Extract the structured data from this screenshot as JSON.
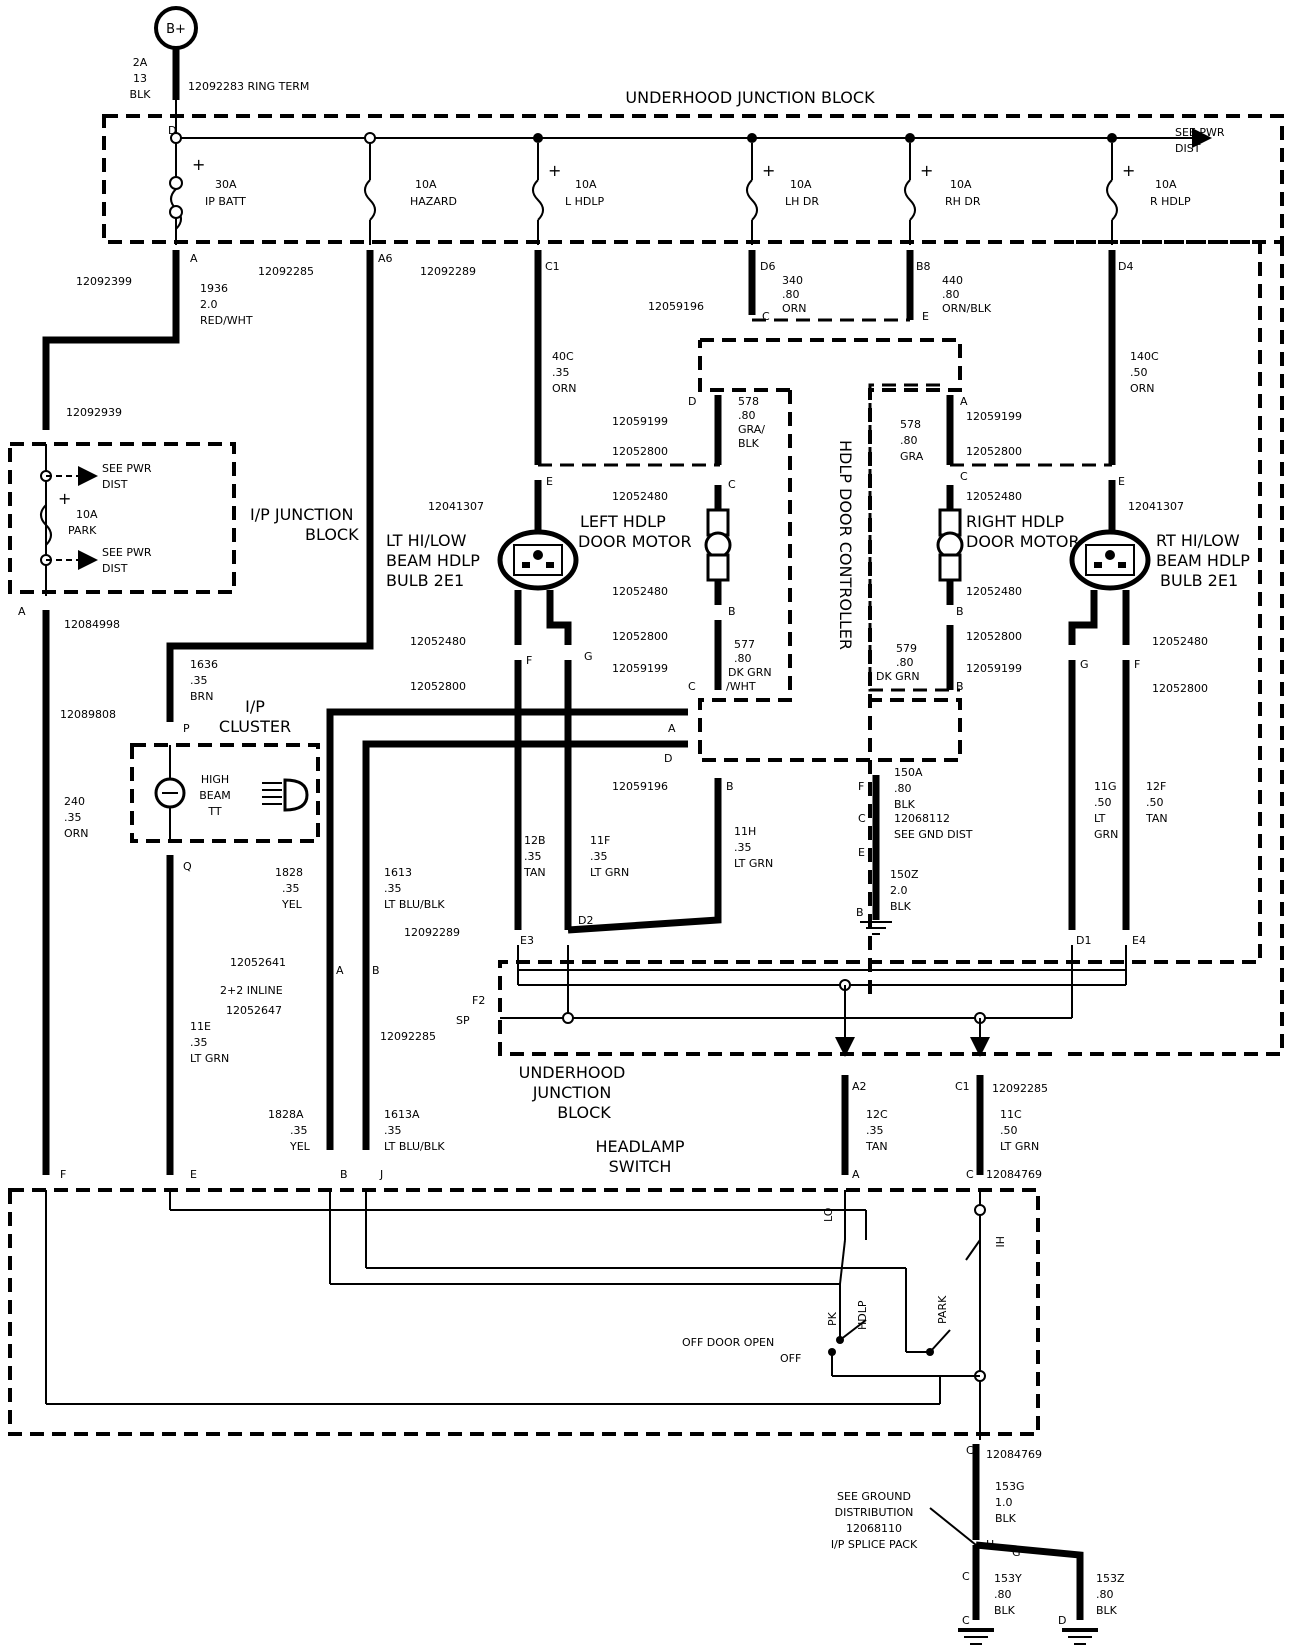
{
  "battery": {
    "label": "B+"
  },
  "top": {
    "wire": [
      "2A",
      "13",
      "BLK"
    ],
    "ring": "12092283  RING TERM"
  },
  "uhjb": {
    "title": "UNDERHOOD JUNCTION BLOCK",
    "see_pwr": [
      "SEE PWR",
      "DIST"
    ],
    "fuses": [
      {
        "amps": "30A",
        "name": "IP BATT"
      },
      {
        "amps": "10A",
        "name": "HAZARD"
      },
      {
        "amps": "10A",
        "name": "L HDLP"
      },
      {
        "amps": "10A",
        "name": "LH DR"
      },
      {
        "amps": "10A",
        "name": "RH DR"
      },
      {
        "amps": "10A",
        "name": "R HDLP"
      }
    ],
    "pins": [
      "D",
      "A",
      "A6",
      "C1",
      "D6",
      "B8",
      "D4",
      "E",
      "C"
    ],
    "parts": [
      "12092399",
      "12092285",
      "12092289",
      "12059196"
    ]
  },
  "wires": {
    "w1936": [
      "1936",
      "2.0",
      "RED/WHT"
    ],
    "w340": [
      "340",
      ".80",
      "ORN"
    ],
    "w440": [
      "440",
      ".80",
      "ORN/BLK"
    ],
    "w40c": [
      "40C",
      ".35",
      "ORN"
    ],
    "w140c": [
      "140C",
      ".50",
      "ORN"
    ],
    "w578": [
      "578",
      ".80",
      "GRA/",
      "BLK"
    ],
    "w578b": [
      "578",
      ".80",
      "GRA"
    ],
    "w577": [
      "577",
      ".80",
      "DK GRN",
      "/WHT"
    ],
    "w579": [
      "579",
      ".80",
      "DK GRN"
    ],
    "w1636": [
      "1636",
      ".35",
      "BRN"
    ],
    "w240": [
      "240",
      ".35",
      "ORN"
    ],
    "w150a": [
      "150A",
      ".80",
      "BLK"
    ],
    "w150z": [
      "150Z",
      "2.0",
      "BLK"
    ],
    "w11g": [
      "11G",
      ".50",
      "LT",
      "GRN"
    ],
    "w12f": [
      "12F",
      ".50",
      "TAN"
    ],
    "w12b": [
      "12B",
      ".35",
      "TAN"
    ],
    "w11f": [
      "11F",
      ".35",
      "LT GRN"
    ],
    "w11h": [
      "11H",
      ".35",
      "LT GRN"
    ],
    "w1828": [
      "1828",
      ".35",
      "YEL"
    ],
    "w1613": [
      "1613",
      ".35",
      "LT BLU/BLK"
    ],
    "w11e": [
      "11E",
      ".35",
      "LT GRN"
    ],
    "w1828a": [
      "1828A",
      ".35",
      "YEL"
    ],
    "w1613a": [
      "1613A",
      ".35",
      "LT BLU/BLK"
    ],
    "w12c": [
      "12C",
      ".35",
      "TAN"
    ],
    "w11c": [
      "11C",
      ".50",
      "LT GRN"
    ],
    "w153g": [
      "153G",
      "1.0",
      "BLK"
    ],
    "w153y": [
      "153Y",
      ".80",
      "BLK"
    ],
    "w153z": [
      "153Z",
      ".80",
      "BLK"
    ]
  },
  "ipjb": {
    "title": [
      "I/P JUNCTION",
      "BLOCK"
    ],
    "see_pwr": [
      "SEE PWR",
      "DIST"
    ],
    "fuse": {
      "amps": "10A",
      "name": "PARK"
    },
    "parts": [
      "12092939",
      "12084998"
    ]
  },
  "cluster": {
    "title": [
      "I/P",
      "CLUSTER"
    ],
    "lamp": [
      "HIGH",
      "BEAM",
      "TT"
    ],
    "part": "12089808",
    "pins": [
      "P",
      "Q"
    ]
  },
  "left_bulb": {
    "title": [
      "LT HI/LOW",
      "BEAM HDLP",
      "BULB 2E1"
    ],
    "part": "12041307"
  },
  "right_bulb": {
    "title": [
      "RT HI/LOW",
      "BEAM HDLP",
      "BULB 2E1"
    ],
    "part": "12041307"
  },
  "left_motor": {
    "title": [
      "LEFT HDLP",
      "DOOR MOTOR"
    ]
  },
  "right_motor": {
    "title": [
      "RIGHT HDLP",
      "DOOR MOTOR"
    ]
  },
  "controller": {
    "title": "HDLP DOOR CONTROLLER"
  },
  "conn": {
    "c12059199": "12059199",
    "c12052800": "12052800",
    "c12052480": "12052480",
    "c12059196": "12059196",
    "c12092289": "12092289",
    "c12052641": "12052641",
    "inline": "2+2 INLINE",
    "c12052647": "12052647",
    "c12092285": "12092285",
    "c12084769": "12084769",
    "c12068112": [
      "12068112",
      "SEE GND DIST"
    ]
  },
  "pin_letters": {
    "a": "A",
    "b": "B",
    "c": "C",
    "d": "D",
    "e": "E",
    "f": "F",
    "g": "G",
    "h": "H",
    "j": "J",
    "e3": "E3",
    "d2": "D2",
    "d1": "D1",
    "e4": "E4",
    "a2": "A2",
    "c1": "C1",
    "f2": "F2",
    "sp": "SP"
  },
  "uhjb2": {
    "title": [
      "UNDERHOOD",
      "JUNCTION",
      "BLOCK"
    ]
  },
  "switch": {
    "title": [
      "HEADLAMP",
      "SWITCH"
    ],
    "pos": [
      "PK",
      "HDLP",
      "PARK",
      "OFF DOOR OPEN",
      "OFF",
      "LO",
      "HI"
    ]
  },
  "ground": {
    "note": [
      "SEE GROUND",
      "DISTRIBUTION",
      "12068110",
      "I/P SPLICE PACK"
    ]
  }
}
